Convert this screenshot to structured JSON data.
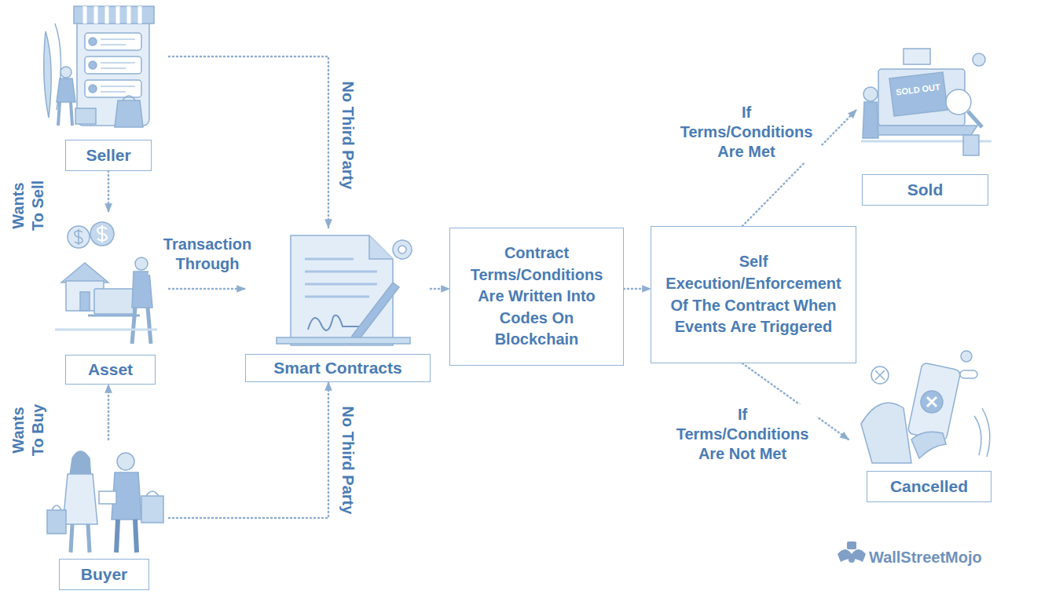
{
  "diagram": {
    "nodes": [
      {
        "text": [
          "Seller"
        ]
      },
      {
        "text": [
          "Asset"
        ]
      },
      {
        "text": [
          "Buyer"
        ]
      },
      {
        "text": [
          "Smart Contracts"
        ]
      },
      {
        "text": [
          "Contract Terms/Conditions Are Written Into Codes On Blockchain"
        ]
      },
      {
        "text": [
          "Self Execution/Enforcement Of The Contract When Events Are Triggered"
        ]
      },
      {
        "text": [
          "Sold"
        ]
      },
      {
        "text": [
          "Cancelled"
        ]
      }
    ],
    "edges": [
      {
        "from": 0,
        "to": 1,
        "label": "Wants To Sell",
        "arrow": "to"
      },
      {
        "from": 2,
        "to": 1,
        "label": "Wants To Buy",
        "arrow": "to"
      },
      {
        "from": 1,
        "to": 3,
        "label": "Transaction Through",
        "arrow": "to"
      },
      {
        "from": 0,
        "to": 3,
        "label": "No Third Party",
        "arrow": "to"
      },
      {
        "from": 2,
        "to": 3,
        "label": "No Third Party",
        "arrow": "to"
      },
      {
        "from": 3,
        "to": 4,
        "arrow": "to"
      },
      {
        "from": 4,
        "to": 5,
        "arrow": "to"
      },
      {
        "from": 5,
        "to": 6,
        "label": "If Terms/Conditions Are Met",
        "arrow": "to"
      },
      {
        "from": 5,
        "to": 7,
        "label": "If Terms/Conditions Are Not Met",
        "arrow": "to"
      }
    ],
    "labels": [
      "SOLD OUT",
      "WallStreetMojo"
    ]
  }
}
